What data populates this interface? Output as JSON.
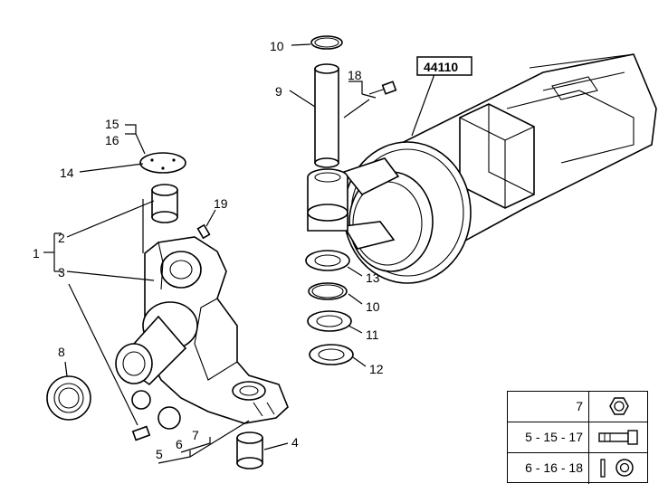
{
  "callouts": {
    "c10a": "10",
    "c9": "9",
    "c18": "18",
    "ref": "44110",
    "c15": "15",
    "c16": "16",
    "c14": "14",
    "c19": "19",
    "c2": "2",
    "c1": "1",
    "c3": "3",
    "c8": "8",
    "c13": "13",
    "c10b": "10",
    "c11": "11",
    "c12": "12",
    "c4": "4",
    "c5": "5",
    "c6": "6",
    "c7": "7"
  },
  "legend": {
    "rows": [
      {
        "key": "7",
        "icon": "hex-nut-icon"
      },
      {
        "key": "5 - 15 - 17",
        "icon": "bolt-icon"
      },
      {
        "key": "6 - 16 - 18",
        "icon": "washer-icon"
      }
    ]
  }
}
